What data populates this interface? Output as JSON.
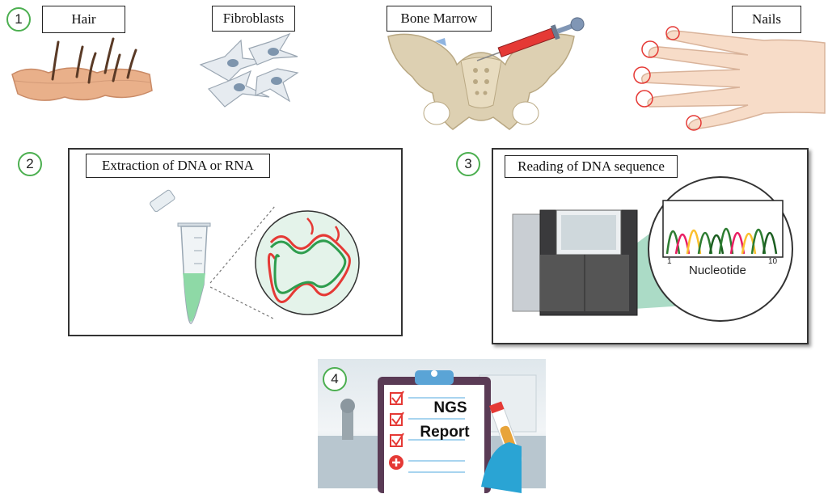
{
  "row1": {
    "step": "1",
    "items": [
      {
        "label": "Hair"
      },
      {
        "label": "Fibroblasts"
      },
      {
        "label": "Bone Marrow"
      },
      {
        "label": "Nails"
      }
    ]
  },
  "panel2": {
    "step": "2",
    "title": "Extraction of DNA or RNA"
  },
  "panel3": {
    "step": "3",
    "title": "Reading of DNA sequence",
    "chart": {
      "axis_start": "1",
      "axis_end": "10",
      "xlabel": "Nucleotide"
    }
  },
  "panel4": {
    "step": "4",
    "report_line1": "NGS",
    "report_line2": "Report"
  },
  "colors": {
    "step_ring": "#4caf50",
    "dna_red": "#e53935",
    "dna_green": "#2e9d4e",
    "nail_circle": "#e53935"
  }
}
